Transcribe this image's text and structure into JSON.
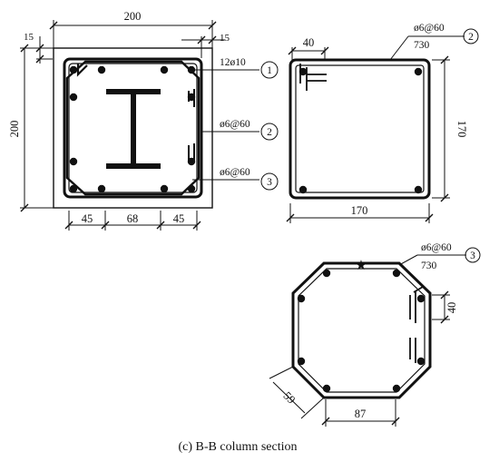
{
  "caption": "(c) B-B column section",
  "section_main": {
    "width_dim": "200",
    "height_dim": "200",
    "cover_top": "15",
    "cover_right": "15",
    "spacing": [
      "45",
      "68",
      "45"
    ]
  },
  "callouts": {
    "bar1": {
      "marker": "1",
      "label": "12ø10"
    },
    "bar2": {
      "marker": "2",
      "label": "ø6@60"
    },
    "bar3": {
      "marker": "3",
      "label": "ø6@60"
    }
  },
  "stirrup_square": {
    "marker": "2",
    "label": "ø6@60",
    "length": "730",
    "hook_dim": "40",
    "side_dim": "170",
    "bottom_dim": "170"
  },
  "stirrup_octagon": {
    "marker": "3",
    "label": "ø6@60",
    "length": "730",
    "hook_dim": "40",
    "diag_dim": "59",
    "bottom_dim": "87"
  }
}
